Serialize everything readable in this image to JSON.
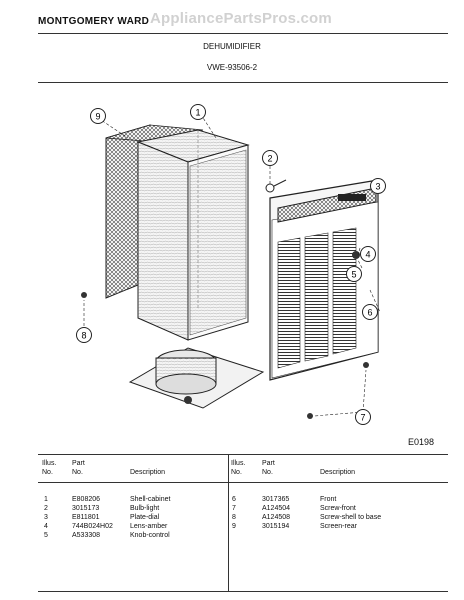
{
  "header": {
    "brand": "MONTGOMERY WARD",
    "title": "DEHUMIDIFIER",
    "model": "VWE-93506-2"
  },
  "watermark": {
    "text": "AppliancePartsPros.com"
  },
  "diagram": {
    "callouts": [
      "1",
      "2",
      "3",
      "4",
      "5",
      "6",
      "7",
      "8",
      "9"
    ],
    "code": "E0198"
  },
  "parts_table": {
    "headers": {
      "illus": [
        "Illus.",
        "No."
      ],
      "part": [
        "Part",
        "No."
      ],
      "description": "Description"
    },
    "left": [
      {
        "illus": "1",
        "part": "E808206",
        "desc": "Shell-cabinet"
      },
      {
        "illus": "2",
        "part": "3015173",
        "desc": "Bulb-light"
      },
      {
        "illus": "3",
        "part": "E811801",
        "desc": "Plate-dial"
      },
      {
        "illus": "4",
        "part": "744B024H02",
        "desc": "Lens-amber"
      },
      {
        "illus": "5",
        "part": "A533308",
        "desc": "Knob-control"
      }
    ],
    "right": [
      {
        "illus": "6",
        "part": "3017365",
        "desc": "Front"
      },
      {
        "illus": "7",
        "part": "A124504",
        "desc": "Screw-front"
      },
      {
        "illus": "8",
        "part": "A124508",
        "desc": "Screw-shell to base"
      },
      {
        "illus": "9",
        "part": "3015194",
        "desc": "Screen-rear"
      }
    ]
  }
}
